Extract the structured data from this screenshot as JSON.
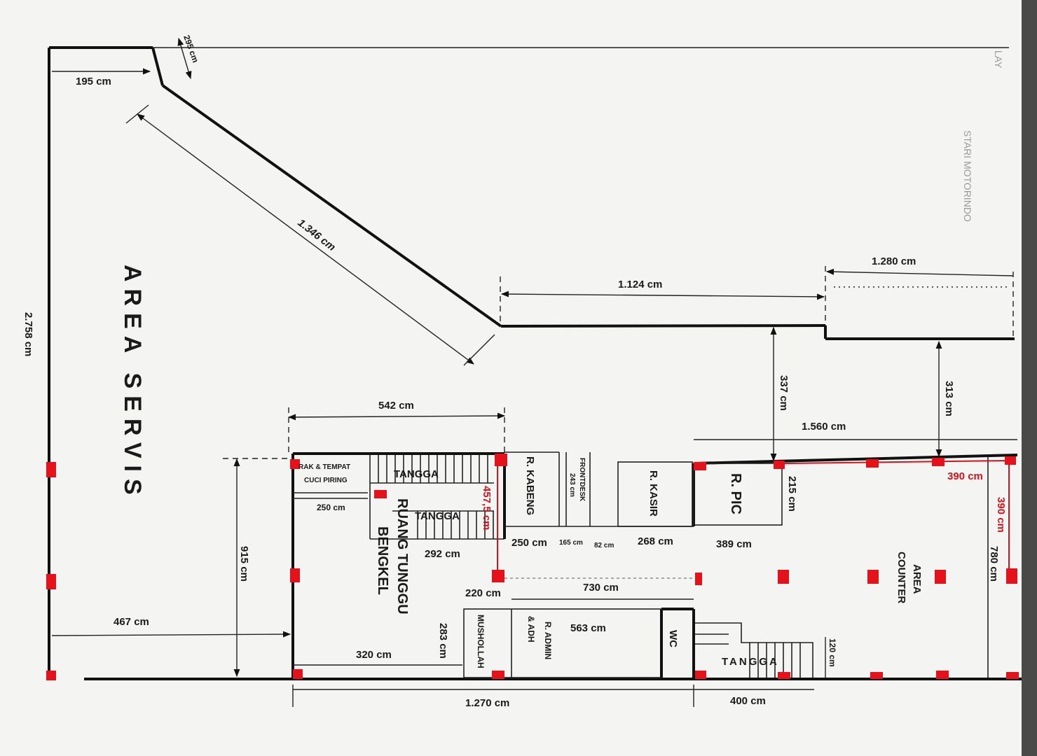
{
  "labels": {
    "area_servis": "AREA SERVIS",
    "total_depth": "2.758 cm",
    "d195": "195 cm",
    "d295": "295 cm",
    "d1346": "1.346 cm",
    "d1124": "1.124 cm",
    "d1280": "1.280 cm",
    "d337": "337 cm",
    "d313": "313 cm",
    "d1560": "1.560 cm",
    "d542": "542 cm",
    "d915": "915 cm",
    "d467": "467 cm",
    "d1270": "1.270 cm",
    "d400": "400 cm",
    "rak_line1": "RAK & TEMPAT",
    "rak_line2": "CUCI PIRING",
    "tangga_top": "TANGGA",
    "tangga_mid": "TANGGA",
    "tangga_bottom": "TANGGA",
    "d250a": "250 cm",
    "d292": "292 cm",
    "d457": "457,5 cm",
    "ruang_tunggu_1": "RUANG TUNGGU",
    "ruang_tunggu_2": "BENGKEL",
    "r_kabeng": "R. KABENG",
    "frontdesk": "FRONTDESK",
    "d243": "243 cm",
    "r_kasir": "R. KASIR",
    "r_pic": "R. PIC",
    "d215": "215 cm",
    "d390a": "390 cm",
    "d390b": "390 cm",
    "d780": "780 cm",
    "d250b": "250 cm",
    "d165": "165 cm",
    "d82": "82 cm",
    "d268": "268 cm",
    "d389": "389 cm",
    "d220": "220 cm",
    "d730": "730 cm",
    "area_counter_1": "AREA",
    "area_counter_2": "COUNTER",
    "d283": "283 cm",
    "musholah": "MUSHOLLAH",
    "r_admin_1": "R. ADMIN",
    "r_admin_2": "& ADH",
    "d563": "563 cm",
    "wc": "WC",
    "d320": "320 cm",
    "d120": "120 cm",
    "side_title_1": "LAY",
    "side_title_2": "STARI MOTORINDO"
  },
  "colors": {
    "wall": "#111111",
    "column": "#e3121b",
    "red_text": "#d4141c",
    "paper": "#f4f4f2"
  }
}
